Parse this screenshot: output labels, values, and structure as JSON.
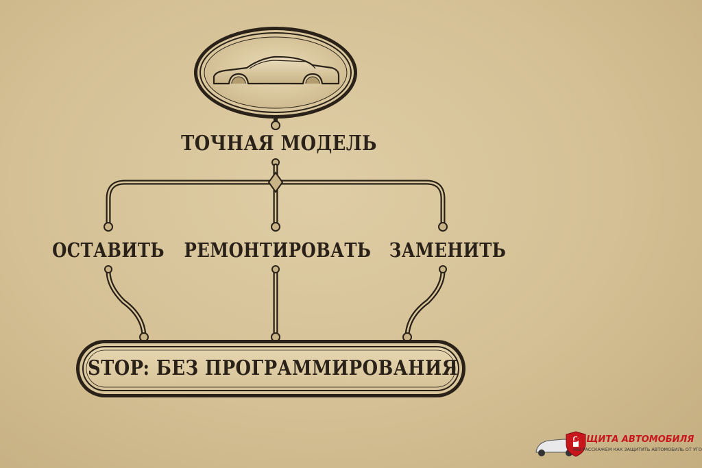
{
  "diagram": {
    "root": {
      "label": "ТОЧНАЯ МОДЕЛЬ",
      "icon": "car-icon"
    },
    "options": [
      {
        "label": "ОСТАВИТЬ"
      },
      {
        "label": "РЕМОНТИРОВАТЬ"
      },
      {
        "label": "ЗАМЕНИТЬ"
      }
    ],
    "result": {
      "label": "STOP: БЕЗ ПРОГРАММИРОВАНИЯ"
    }
  },
  "brand": {
    "title": "ЗАЩИТА АВТОМОБИЛЯ",
    "subtitle": "МЫ РАССКАЖЕМ КАК ЗАЩИТИТЬ АВТОМОБИЛЬ ОТ УГОНА",
    "accent_color": "#c8161d",
    "icon": "shield-car-logo-icon"
  },
  "colors": {
    "background": "#d9c69c",
    "ink": "#2a2218",
    "frame_fill": "#e3d3ad"
  }
}
